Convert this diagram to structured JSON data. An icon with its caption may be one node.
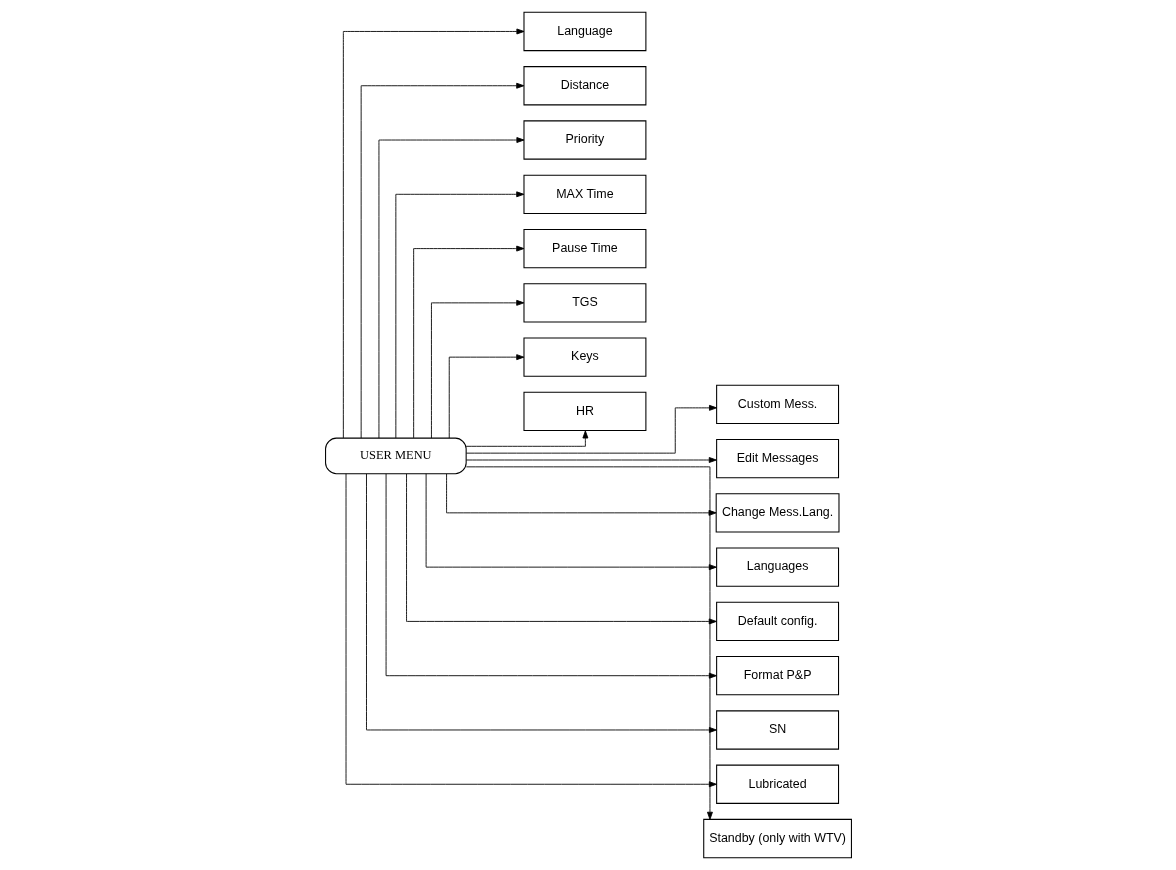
{
  "diagram": {
    "nodes": [
      {
        "text": [
          "USER MENU"
        ]
      },
      {
        "text": [
          "Language"
        ]
      },
      {
        "text": [
          "Distance"
        ]
      },
      {
        "text": [
          "Priority"
        ]
      },
      {
        "text": [
          "MAX Time"
        ]
      },
      {
        "text": [
          "Pause Time"
        ]
      },
      {
        "text": [
          "TGS"
        ]
      },
      {
        "text": [
          "Keys"
        ]
      },
      {
        "text": [
          "HR"
        ]
      },
      {
        "text": [
          "Custom Mess."
        ]
      },
      {
        "text": [
          "Edit Messages"
        ]
      },
      {
        "text": [
          "Change Mess.Lang."
        ]
      },
      {
        "text": [
          "Languages"
        ]
      },
      {
        "text": [
          "Default config."
        ]
      },
      {
        "text": [
          "Format P&P"
        ]
      },
      {
        "text": [
          "SN"
        ]
      },
      {
        "text": [
          "Lubricated"
        ]
      },
      {
        "text": [
          "Standby (only with WTV)"
        ]
      }
    ],
    "edges": [
      {
        "from": 0,
        "to": 1,
        "arrow": "to"
      },
      {
        "from": 0,
        "to": 2,
        "arrow": "to"
      },
      {
        "from": 0,
        "to": 3,
        "arrow": "to"
      },
      {
        "from": 0,
        "to": 4,
        "arrow": "to"
      },
      {
        "from": 0,
        "to": 5,
        "arrow": "to"
      },
      {
        "from": 0,
        "to": 6,
        "arrow": "to"
      },
      {
        "from": 0,
        "to": 7,
        "arrow": "to"
      },
      {
        "from": 0,
        "to": 8,
        "arrow": "to"
      },
      {
        "from": 0,
        "to": 9,
        "arrow": "to"
      },
      {
        "from": 0,
        "to": 10,
        "arrow": "to"
      },
      {
        "from": 0,
        "to": 11,
        "arrow": "to"
      },
      {
        "from": 0,
        "to": 12,
        "arrow": "to"
      },
      {
        "from": 0,
        "to": 13,
        "arrow": "to"
      },
      {
        "from": 0,
        "to": 14,
        "arrow": "to"
      },
      {
        "from": 0,
        "to": 15,
        "arrow": "to"
      },
      {
        "from": 0,
        "to": 16,
        "arrow": "to"
      },
      {
        "from": 0,
        "to": 17,
        "arrow": "to"
      }
    ]
  }
}
